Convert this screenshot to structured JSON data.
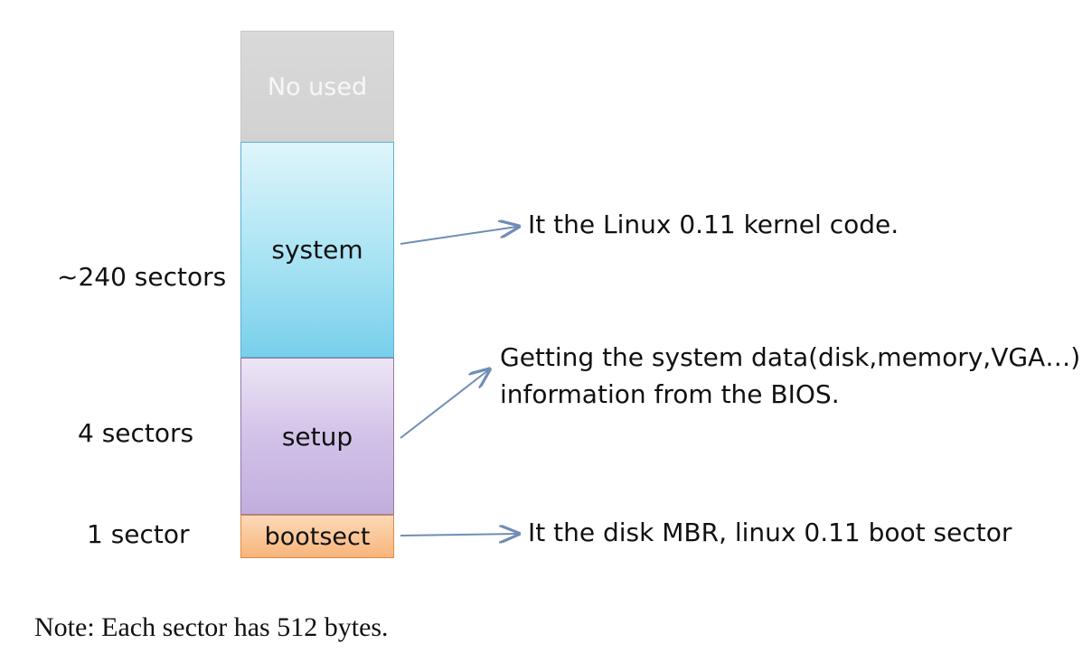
{
  "blocks": {
    "unused": "No used",
    "system": "system",
    "setup": "setup",
    "bootsect": "bootsect"
  },
  "sizes": {
    "system": "~240 sectors",
    "setup": "4 sectors",
    "bootsect": "1 sector"
  },
  "notes": {
    "system": "It the Linux 0.11 kernel code.",
    "setup_line1": "Getting the system data(disk,memory,VGA…)",
    "setup_line2": "information from the BIOS.",
    "bootsect": "It the disk MBR, linux 0.11 boot sector"
  },
  "footnote": "Note: Each sector has 512 bytes.",
  "colors": {
    "unused": "#d9d9d9",
    "system": "#a8e3f3",
    "setup": "#d2c2e8",
    "bootsect": "#f8b57b",
    "arrow": "#6f8db5"
  }
}
